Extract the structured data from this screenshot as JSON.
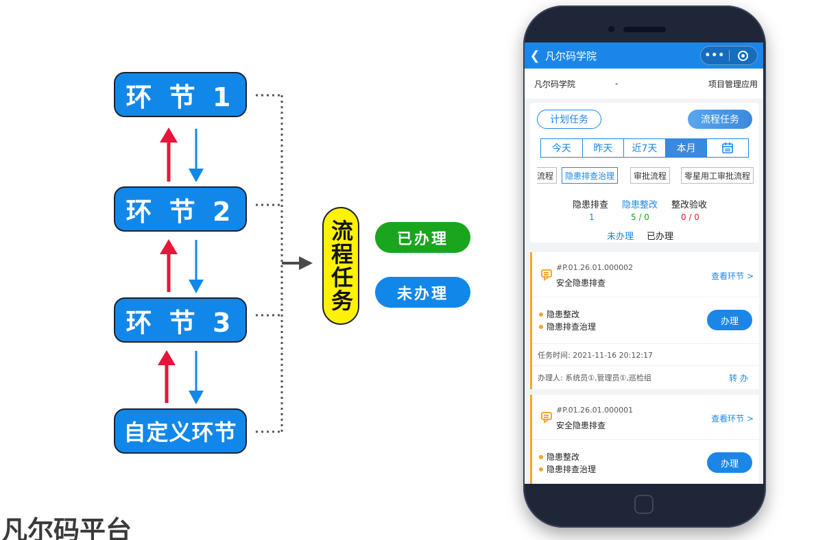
{
  "diagram": {
    "nodes": [
      "环 节 1",
      "环 节 2",
      "环 节 3",
      "自定义环节"
    ],
    "flow_task": "流程任务",
    "done_label": "已办理",
    "todo_label": "未办理",
    "colors": {
      "node": "#1287ea",
      "up_arrow": "#e8153a",
      "down_arrow": "#1287ea",
      "flow_task": "#fff200",
      "done": "#19a51d"
    }
  },
  "watermark": "凡尔码平台",
  "phone": {
    "topbar": {
      "back_icon": "chevron-left-icon",
      "title": "凡尔码学院",
      "more_icon": "•••",
      "target_icon": "target-icon"
    },
    "info": {
      "org": "凡尔码学院",
      "dash": "-",
      "app": "项目管理应用"
    },
    "tabs": {
      "plan": "计划任务",
      "flow": "流程任务"
    },
    "date_tabs": [
      "今天",
      "昨天",
      "近7天",
      "本月"
    ],
    "calendar_icon": "calendar-icon",
    "chips": [
      "流程",
      "隐患排查治理",
      "审批流程",
      "零星用工审批流程"
    ],
    "stats": {
      "labels": [
        "隐患排查",
        "隐患整改",
        "整改验收"
      ],
      "values": [
        "1",
        "5 / 0",
        "0 / 0"
      ],
      "foot_todo": "未办理",
      "foot_done": "已办理"
    },
    "cards": [
      {
        "code": "#P.01.26.01.000002",
        "name": "安全隐患排查",
        "view": "查看环节 >",
        "steps": [
          "隐患整改",
          "隐患排查治理"
        ],
        "button": "办理",
        "time": "任务时间:  2021-11-16 20:12:17",
        "assignee": "办理人:   系统员①,管理员①,巡检组",
        "transfer": "转 办"
      },
      {
        "code": "#P.01.26.01.000001",
        "name": "安全隐患排查",
        "view": "查看环节 >",
        "steps": [
          "隐患整改",
          "隐患排查治理"
        ],
        "button": "办理"
      }
    ]
  }
}
